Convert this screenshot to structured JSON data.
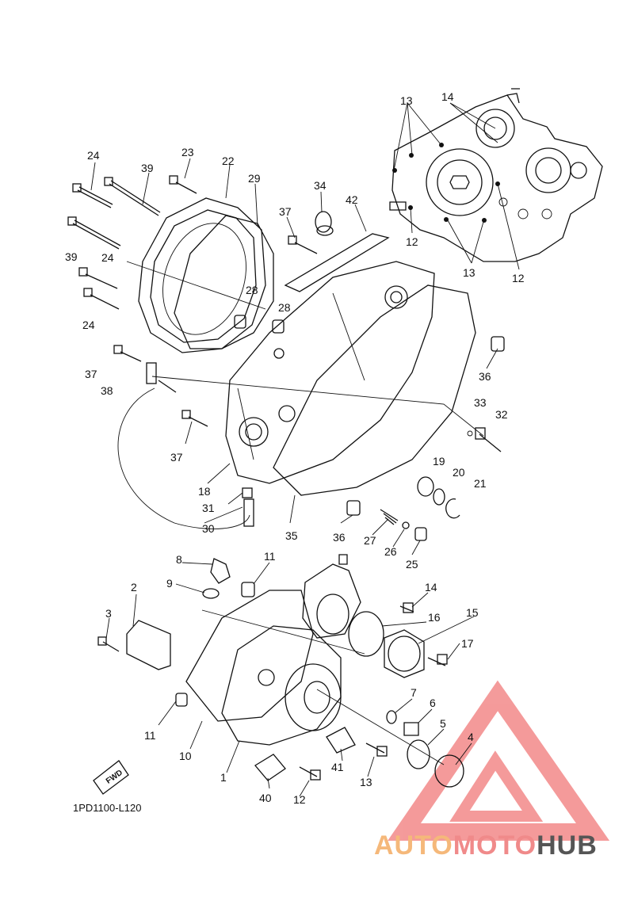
{
  "diagram": {
    "drawing_code": "1PD1100-L120",
    "fwd_label": "FWD",
    "callouts": [
      "24",
      "39",
      "23",
      "22",
      "29",
      "34",
      "42",
      "37",
      "39",
      "24",
      "24",
      "28",
      "28",
      "13",
      "14",
      "12",
      "13",
      "12",
      "36",
      "37",
      "38",
      "33",
      "32",
      "37",
      "18",
      "19",
      "20",
      "21",
      "31",
      "30",
      "35",
      "36",
      "27",
      "26",
      "25",
      "8",
      "11",
      "9",
      "2",
      "14",
      "16",
      "15",
      "3",
      "17",
      "7",
      "6",
      "11",
      "10",
      "5",
      "4",
      "1",
      "41",
      "13",
      "40",
      "12"
    ]
  },
  "watermark": {
    "part1": "AUTO",
    "part2": "MOTO",
    "part3": "HUB",
    "color1": "#f5b87a",
    "color2": "#f08a8a",
    "color3": "#555555",
    "logo_color": "#f07070"
  }
}
